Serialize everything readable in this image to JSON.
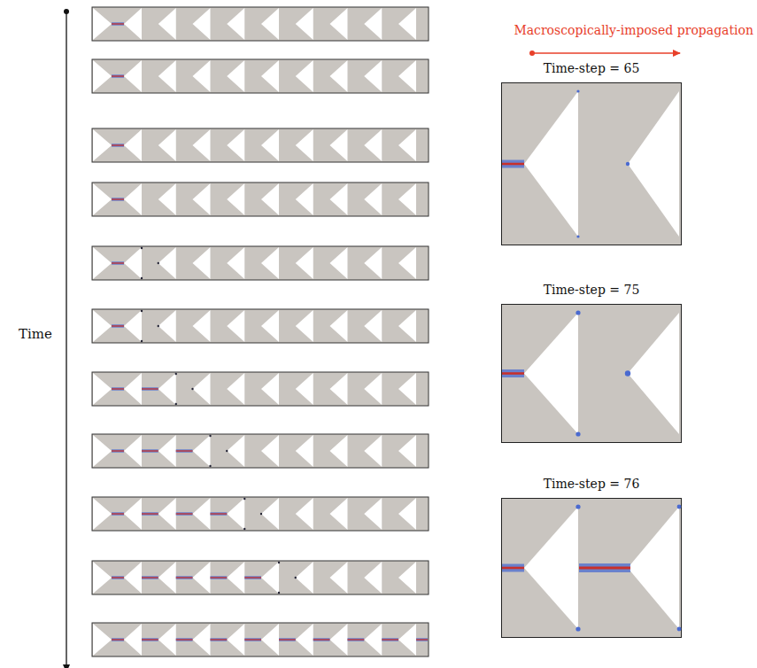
{
  "diagram": {
    "nodes": [
      {
        "text": [
          "Time-step = 65"
        ]
      },
      {
        "text": [
          "Time-step = 75"
        ]
      },
      {
        "text": [
          "Time-step = 76"
        ]
      }
    ],
    "labels": [
      "Macroscopically-imposed propagation",
      "Time"
    ]
  }
}
